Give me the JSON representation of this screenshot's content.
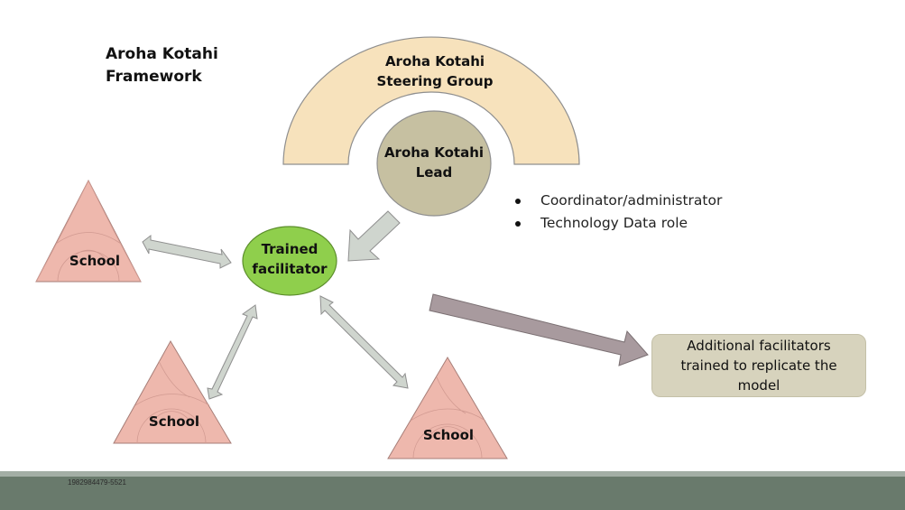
{
  "title": "Aroha Kotahi\nFramework",
  "steering_group": {
    "label": "Aroha Kotahi\nSteering Group"
  },
  "lead": {
    "label": "Aroha Kotahi\nLead"
  },
  "lead_roles": [
    "Coordinator/administrator",
    "Technology Data role"
  ],
  "facilitator": {
    "label": "Trained\nfacilitator"
  },
  "schools": [
    "School",
    "School",
    "School"
  ],
  "additional": {
    "label": "Additional facilitators\ntrained to replicate the\nmodel"
  },
  "footer": {
    "slide_id": "1982984479-5521"
  },
  "colors": {
    "steering_fill": "#f7e2bc",
    "lead_fill": "#c6c0a1",
    "facilitator_fill": "#8fcf4c",
    "school_fill": "#eeb8ad",
    "connector_fill": "#cfd5ce",
    "outward_arrow": "#a89a9e",
    "footer": "#697a6c"
  }
}
